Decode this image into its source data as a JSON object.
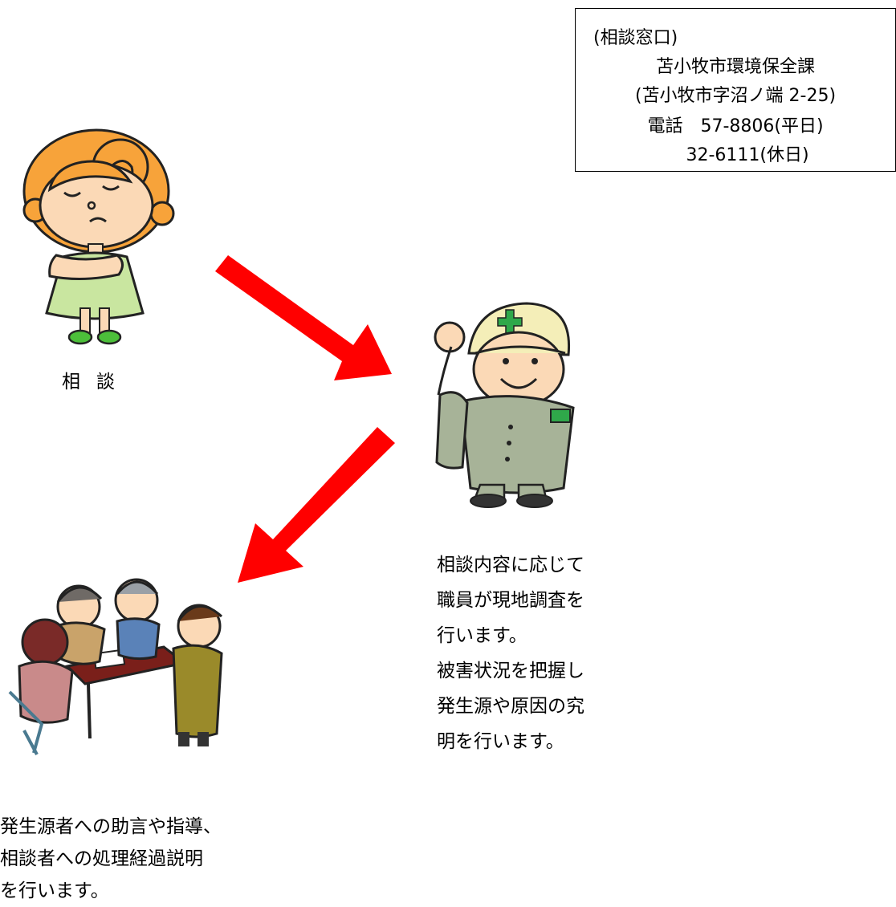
{
  "contact": {
    "heading": "(相談窓口)",
    "office": "苫小牧市環境保全課",
    "address": "(苫小牧市字沼ノ端 2-25)",
    "phone_weekday": "電話　57-8806(平日)",
    "phone_holiday": "32-6111(休日)"
  },
  "steps": {
    "consult_label": "相談",
    "survey_lines": [
      "相談内容に応じて",
      "職員が現地調査を",
      "行います。",
      "被害状況を把握し",
      "発生源や原因の究",
      "明を行います。"
    ],
    "guidance_lines": [
      "発生源者への助言や指導、",
      "相談者への処理経過説明",
      "を行います。"
    ]
  },
  "colors": {
    "arrow": "#ff0000",
    "dress": "#c9e6a0",
    "hair": "#f7a33a",
    "uniform": "#a7b398",
    "helmet": "#f4eeb8",
    "cross": "#2fa84a"
  },
  "icons": [
    "worried-woman-illustration",
    "inspector-worker-illustration",
    "meeting-group-illustration",
    "arrow-right-down-icon",
    "arrow-left-down-icon"
  ]
}
